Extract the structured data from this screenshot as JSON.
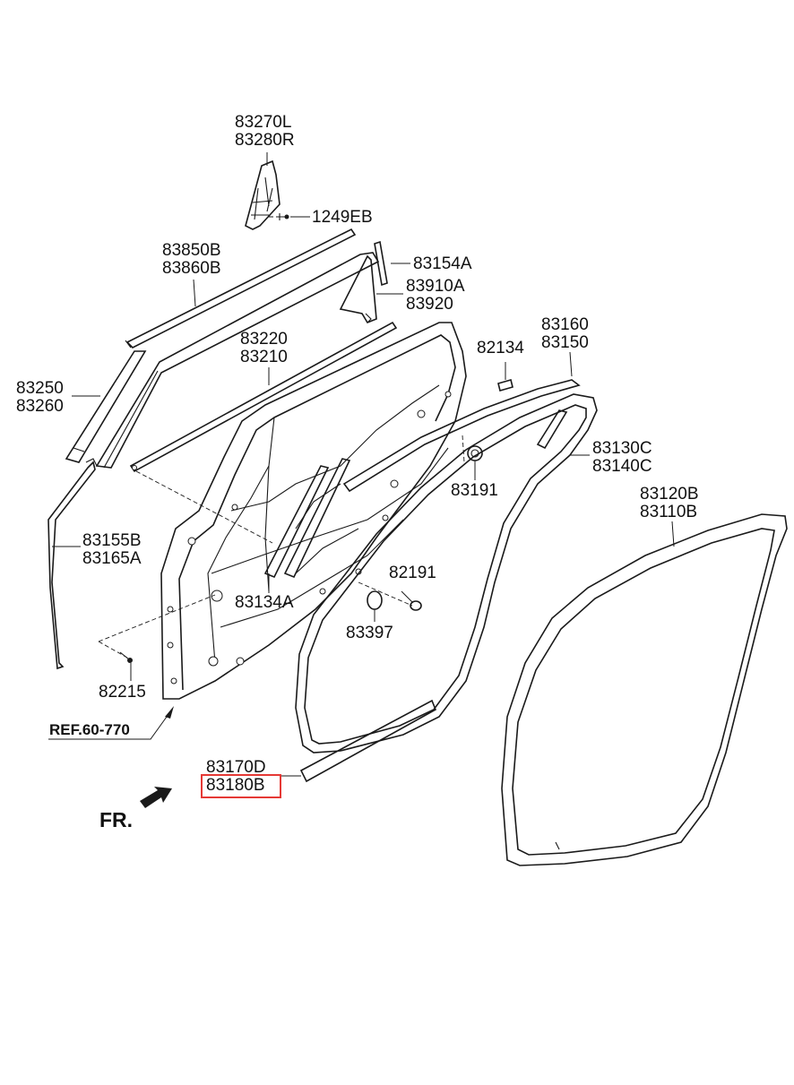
{
  "diagram": {
    "labels": {
      "l83270": [
        "83270L",
        "83280R"
      ],
      "l1249": [
        "1249EB"
      ],
      "l83850": [
        "83850B",
        "83860B"
      ],
      "l83154": [
        "83154A"
      ],
      "l83910": [
        "83910A",
        "83920"
      ],
      "l83220": [
        "83220",
        "83210"
      ],
      "l83160": [
        "83160",
        "83150"
      ],
      "l82134": [
        "82134"
      ],
      "l83250": [
        "83250",
        "83260"
      ],
      "l83130": [
        "83130C",
        "83140C"
      ],
      "l83191": [
        "83191"
      ],
      "l83120": [
        "83120B",
        "83110B"
      ],
      "l83155": [
        "83155B",
        "83165A"
      ],
      "l82191": [
        "82191"
      ],
      "l83134": [
        "83134A"
      ],
      "l83397": [
        "83397"
      ],
      "l82215": [
        "82215"
      ],
      "l83170": [
        "83170D",
        "83180B"
      ]
    },
    "ref": "REF.60-770",
    "direction": "FR.",
    "highlighted_part": "83180B",
    "highlight_color": "#e53935"
  }
}
